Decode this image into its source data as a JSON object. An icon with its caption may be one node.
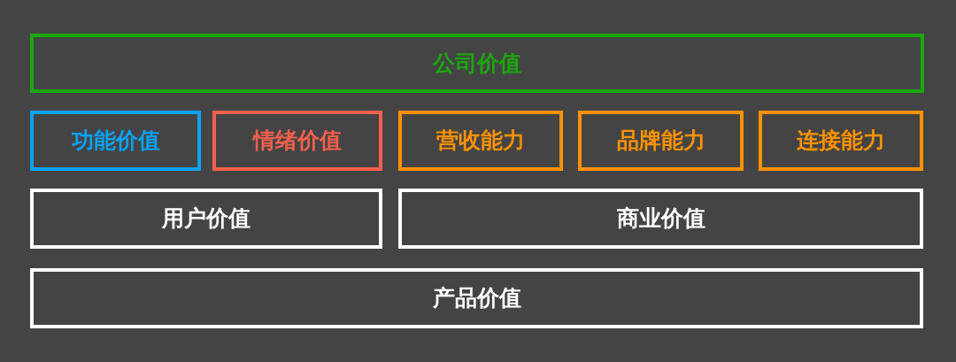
{
  "diagram": {
    "nodes": [
      {
        "text": [
          "公司价值"
        ]
      },
      {
        "text": [
          "功能价值"
        ]
      },
      {
        "text": [
          "情绪价值"
        ]
      },
      {
        "text": [
          "营收能力"
        ]
      },
      {
        "text": [
          "品牌能力"
        ]
      },
      {
        "text": [
          "连接能力"
        ]
      },
      {
        "text": [
          "用户价值"
        ]
      },
      {
        "text": [
          "商业价值"
        ]
      },
      {
        "text": [
          "产品价值"
        ]
      }
    ]
  }
}
